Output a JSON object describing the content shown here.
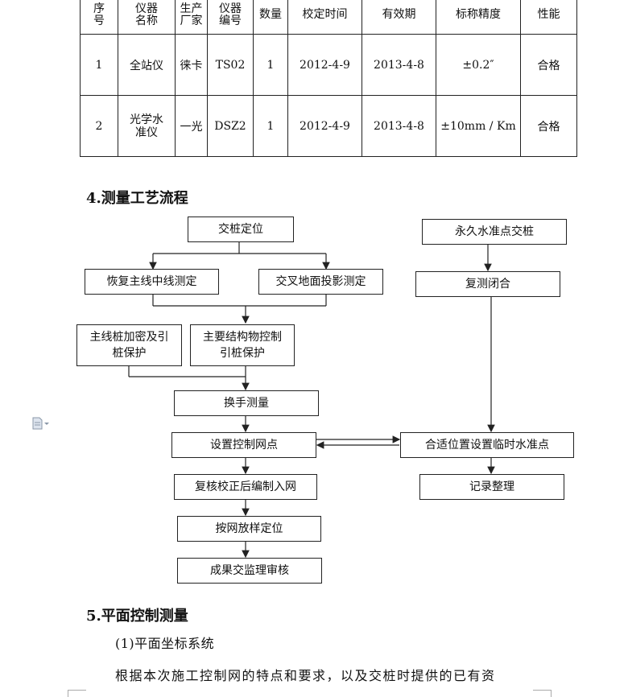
{
  "table": {
    "headers": [
      "序号",
      "仪器名称",
      "生产厂家",
      "仪器编号",
      "数量",
      "校定时间",
      "有效期",
      "标称精度",
      "性能"
    ],
    "rows": [
      [
        "1",
        "全站仪",
        "徕卡",
        "TS02",
        "1",
        "2012-4-9",
        "2013-4-8",
        "±0.2″",
        "合格"
      ],
      [
        "2",
        "光学水准仪",
        "一光",
        "DSZ2",
        "1",
        "2012-4-9",
        "2013-4-8",
        "±10mm / Km",
        "合格"
      ]
    ]
  },
  "section4": {
    "title": "4.测量工艺流程"
  },
  "flow": {
    "jiaozhuang": "交桩定位",
    "huifu": "恢复主线中线测定",
    "jiaocha": "交叉地面投影测定",
    "zhuxian": "主线桩加密及引桩保护",
    "zhuyao": "主要结构物控制引桩保护",
    "huanshou": "换手测量",
    "shezhi": "设置控制网点",
    "fuhe_zheng": "复核校正后编制入网",
    "anwang": "按网放样定位",
    "chengguo": "成果交监理审核",
    "yongjiu": "永久水准点交桩",
    "fuce": "复测闭合",
    "heshi": "合适位置设置临时水准点",
    "jilu": "记录整理"
  },
  "section5": {
    "title": "5.平面控制测量",
    "sub": "(1)平面坐标系统",
    "para": "根据本次施工控制网的特点和要求，以及交桩时提供的已有资"
  }
}
